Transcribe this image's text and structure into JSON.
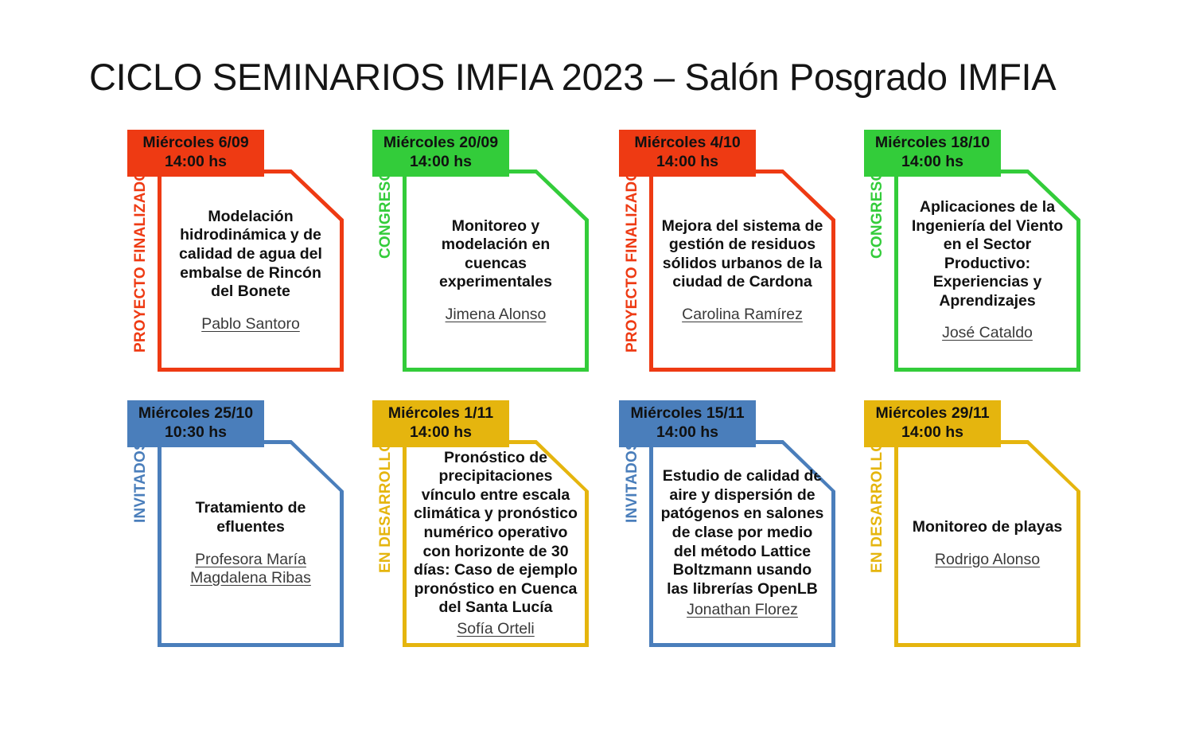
{
  "header": {
    "title": "CICLO SEMINARIOS IMFIA 2023 – Salón Posgrado IMFIA"
  },
  "palette": {
    "red": "#EE3A13",
    "green": "#33CC3A",
    "blue": "#4A7EBB",
    "yellow": "#E5B50E"
  },
  "cards": [
    {
      "date": "Miércoles 6/09",
      "time": "14:00 hs",
      "category": "PROYECTO FINALIZADO",
      "title": "Modelación hidrodinámica y de calidad de agua del embalse de Rincón del Bonete",
      "speaker": "Pablo Santoro",
      "color": "#EE3A13"
    },
    {
      "date": "Miércoles 20/09",
      "time": "14:00 hs",
      "category": "CONGRESO",
      "title": "Monitoreo y modelación en cuencas experimentales",
      "speaker": "Jimena Alonso",
      "color": "#33CC3A"
    },
    {
      "date": "Miércoles 4/10",
      "time": "14:00 hs",
      "category": "PROYECTO FINALIZADO",
      "title": "Mejora del sistema de gestión de residuos sólidos urbanos de la ciudad de Cardona",
      "speaker": "Carolina Ramírez",
      "color": "#EE3A13"
    },
    {
      "date": "Miércoles 18/10",
      "time": "14:00 hs",
      "category": "CONGRESO",
      "title": "Aplicaciones de la Ingeniería del Viento en el Sector Productivo: Experiencias y Aprendizajes",
      "speaker": "José Cataldo",
      "color": "#33CC3A"
    },
    {
      "date": "Miércoles 25/10",
      "time": "10:30 hs",
      "category": "INVITADOS",
      "title": "Tratamiento de efluentes",
      "speaker": "Profesora María Magdalena Ribas",
      "color": "#4A7EBB"
    },
    {
      "date": "Miércoles 1/11",
      "time": "14:00 hs",
      "category": "EN DESARROLLO",
      "title": "Pronóstico de precipitaciones vínculo entre escala climática y pronóstico numérico operativo con horizonte de 30 días: Caso de ejemplo pronóstico en Cuenca del Santa Lucía",
      "speaker": "Sofía Orteli",
      "color": "#E5B50E"
    },
    {
      "date": "Miércoles 15/11",
      "time": "14:00 hs",
      "category": "INVITADOS",
      "title": "Estudio de calidad de aire y dispersión de patógenos en salones de clase por medio del método Lattice Boltzmann usando las librerías OpenLB",
      "speaker": "Jonathan Florez",
      "color": "#4A7EBB"
    },
    {
      "date": "Miércoles 29/11",
      "time": "14:00 hs",
      "category": "EN DESARROLLO",
      "title": "Monitoreo de playas",
      "speaker": "Rodrigo Alonso",
      "color": "#E5B50E"
    }
  ]
}
